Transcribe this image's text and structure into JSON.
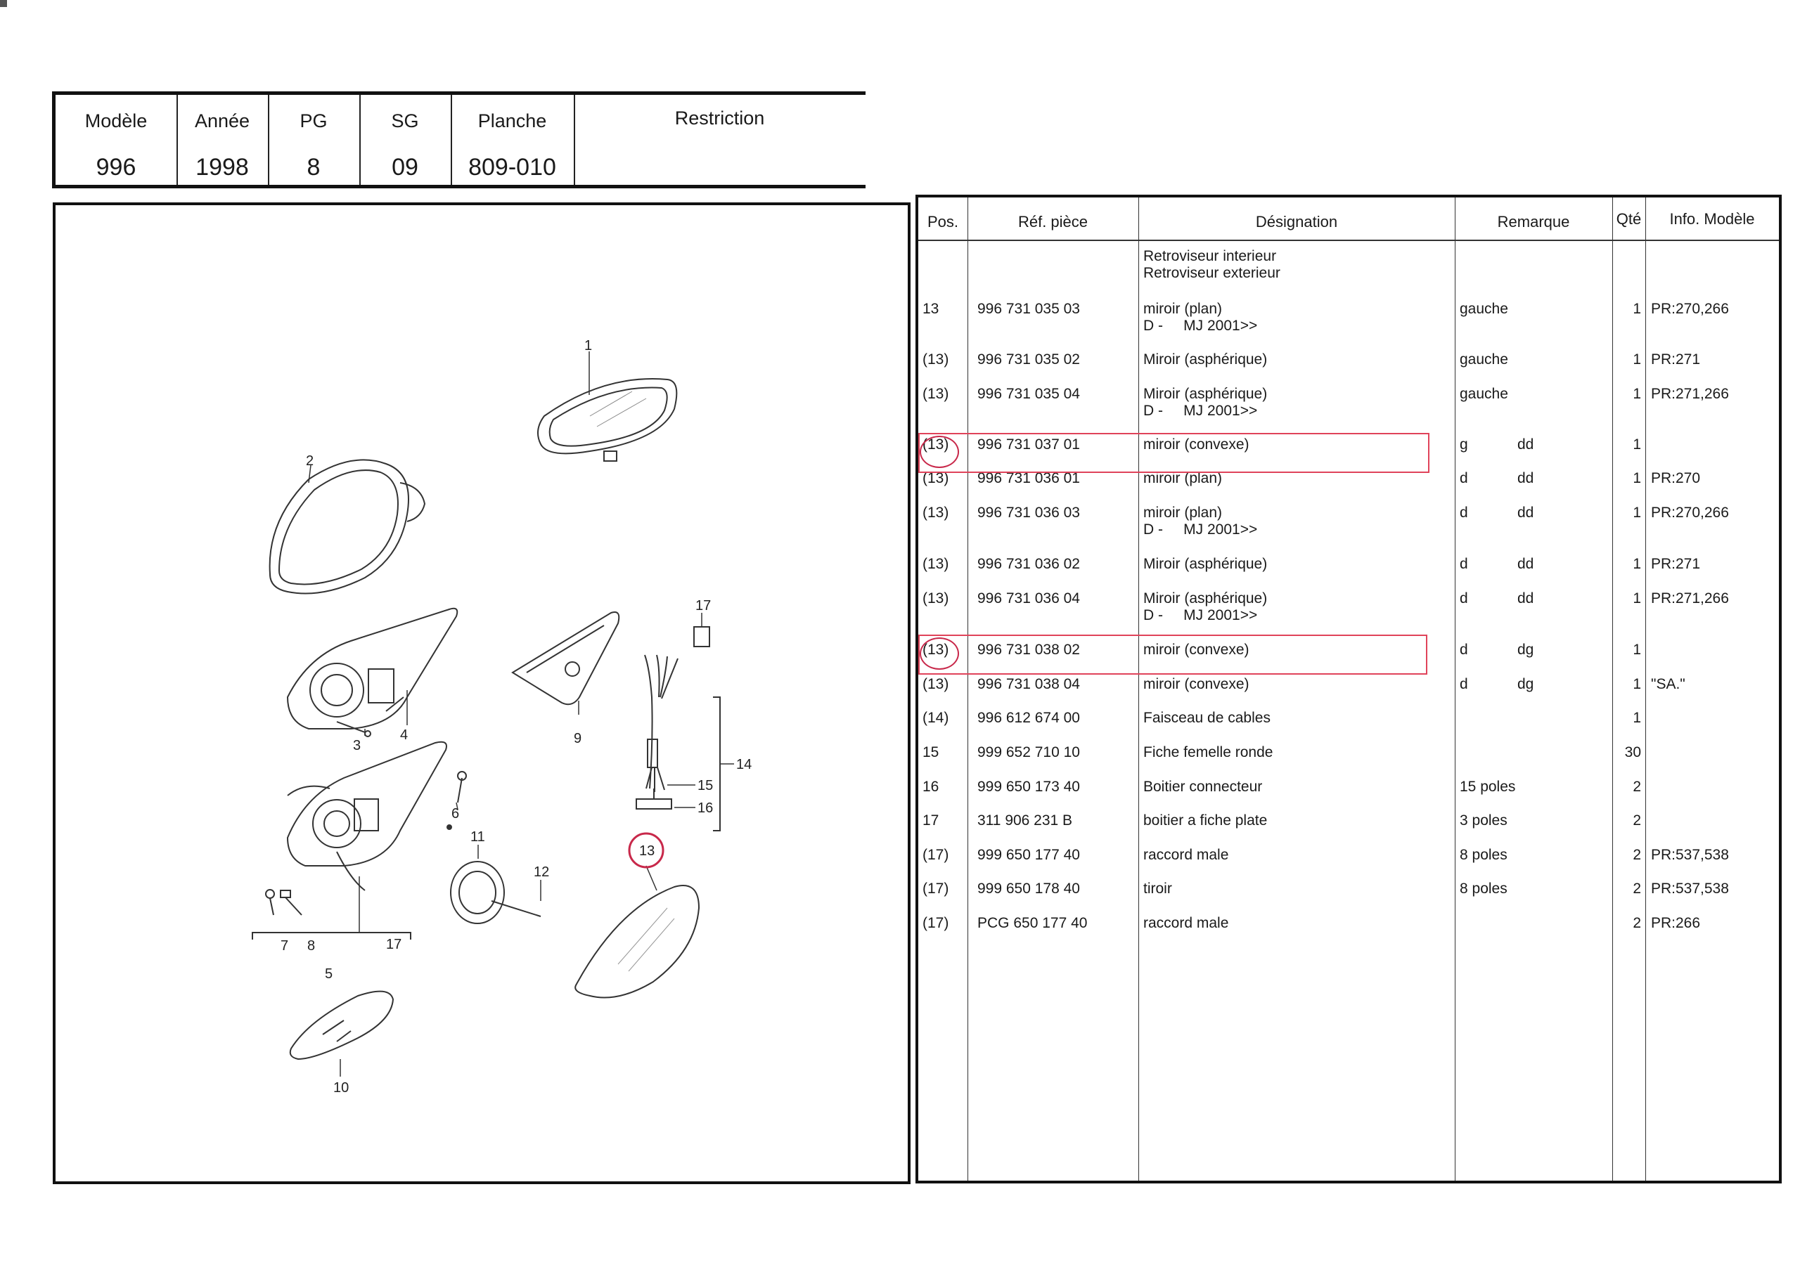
{
  "header": {
    "columns": [
      {
        "label": "Modèle",
        "value": "996"
      },
      {
        "label": "Année",
        "value": "1998"
      },
      {
        "label": "PG",
        "value": "8"
      },
      {
        "label": "SG",
        "value": "09"
      },
      {
        "label": "Planche",
        "value": "809-010"
      },
      {
        "label": "Restriction",
        "value": ""
      }
    ]
  },
  "diagram": {
    "callouts": [
      "1",
      "2",
      "3",
      "4",
      "5",
      "6",
      "7",
      "8",
      "9",
      "10",
      "11",
      "12",
      "13",
      "14",
      "15",
      "16",
      "17",
      "17"
    ],
    "highlighted_callout": "13"
  },
  "parts": {
    "headers": {
      "pos": "Pos.",
      "ref": "Réf. pièce",
      "designation": "Désignation",
      "remarque": "Remarque",
      "qte": "Qté",
      "info": "Info. Modèle"
    },
    "intro": [
      "Retroviseur interieur",
      "Retroviseur exterieur"
    ],
    "rows": [
      {
        "pos": "13",
        "ref": "996 731 035 03",
        "des": "miroir (plan)",
        "des2": "D -     MJ 2001>>",
        "rem": "gauche",
        "rem2": "",
        "qte": "1",
        "info": "PR:270,266"
      },
      {
        "pos": "(13)",
        "ref": "996 731 035 02",
        "des": "Miroir (asphérique)",
        "des2": "",
        "rem": "gauche",
        "rem2": "",
        "qte": "1",
        "info": "PR:271"
      },
      {
        "pos": "(13)",
        "ref": "996 731 035 04",
        "des": "Miroir (asphérique)",
        "des2": "D -     MJ 2001>>",
        "rem": "gauche",
        "rem2": "",
        "qte": "1",
        "info": "PR:271,266"
      },
      {
        "pos": "(13)",
        "ref": "996 731 037 01",
        "des": "miroir (convexe)",
        "des2": "",
        "rem": "g",
        "rem2": "dd",
        "qte": "1",
        "info": ""
      },
      {
        "pos": "(13)",
        "ref": "996 731 036 01",
        "des": "miroir (plan)",
        "des2": "",
        "rem": "d",
        "rem2": "dd",
        "qte": "1",
        "info": "PR:270"
      },
      {
        "pos": "(13)",
        "ref": "996 731 036 03",
        "des": "miroir (plan)",
        "des2": "D -     MJ 2001>>",
        "rem": "d",
        "rem2": "dd",
        "qte": "1",
        "info": "PR:270,266"
      },
      {
        "pos": "(13)",
        "ref": "996 731 036 02",
        "des": "Miroir (asphérique)",
        "des2": "",
        "rem": "d",
        "rem2": "dd",
        "qte": "1",
        "info": "PR:271"
      },
      {
        "pos": "(13)",
        "ref": "996 731 036 04",
        "des": "Miroir (asphérique)",
        "des2": "D -     MJ 2001>>",
        "rem": "d",
        "rem2": "dd",
        "qte": "1",
        "info": "PR:271,266"
      },
      {
        "pos": "(13)",
        "ref": "996 731 038 02",
        "des": "miroir (convexe)",
        "des2": "",
        "rem": "d",
        "rem2": "dg",
        "qte": "1",
        "info": ""
      },
      {
        "pos": "(13)",
        "ref": "996 731 038 04",
        "des": "miroir (convexe)",
        "des2": "",
        "rem": "d",
        "rem2": "dg",
        "qte": "1",
        "info": "\"SA.\""
      },
      {
        "pos": "(14)",
        "ref": "996 612 674 00",
        "des": "Faisceau de cables",
        "des2": "",
        "rem": "",
        "rem2": "",
        "qte": "1",
        "info": ""
      },
      {
        "pos": "15",
        "ref": "999 652 710 10",
        "des": "Fiche femelle ronde",
        "des2": "",
        "rem": "",
        "rem2": "",
        "qte": "30",
        "info": ""
      },
      {
        "pos": "16",
        "ref": "999 650 173 40",
        "des": "Boitier connecteur",
        "des2": "",
        "rem": "15 poles",
        "rem2": "",
        "qte": "2",
        "info": ""
      },
      {
        "pos": "17",
        "ref": "311 906 231 B",
        "des": "boitier a fiche plate",
        "des2": "",
        "rem": "3 poles",
        "rem2": "",
        "qte": "2",
        "info": ""
      },
      {
        "pos": "(17)",
        "ref": "999 650 177 40",
        "des": "raccord male",
        "des2": "",
        "rem": "8 poles",
        "rem2": "",
        "qte": "2",
        "info": "PR:537,538"
      },
      {
        "pos": "(17)",
        "ref": "999 650 178 40",
        "des": "tiroir",
        "des2": "",
        "rem": "8 poles",
        "rem2": "",
        "qte": "2",
        "info": "PR:537,538"
      },
      {
        "pos": "(17)",
        "ref": "PCG 650 177 40",
        "des": "raccord male",
        "des2": "",
        "rem": "",
        "rem2": "",
        "qte": "2",
        "info": "PR:266"
      }
    ],
    "highlight_color": "#e0435a"
  }
}
